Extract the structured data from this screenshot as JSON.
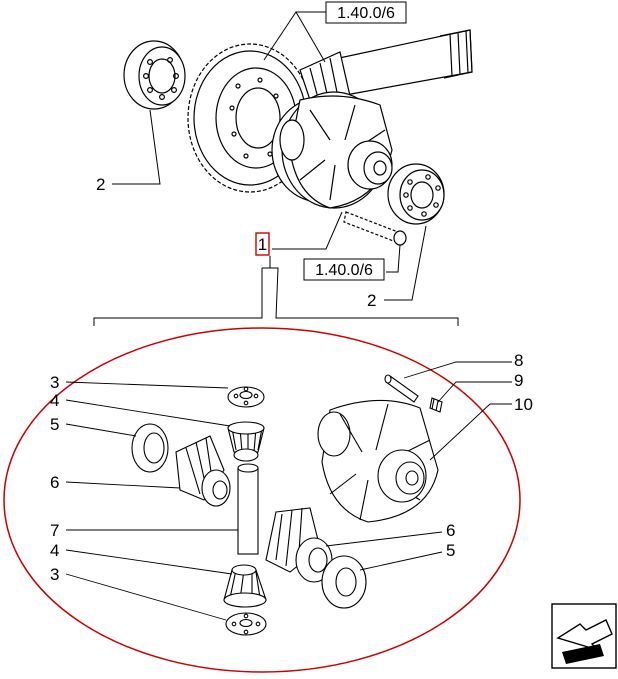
{
  "diagram": {
    "ref_top": "1.40.0/6",
    "ref_middle": "1.40.0/6",
    "assembly_item": "1",
    "top_callouts": {
      "bearing_left": "2",
      "bearing_right": "2"
    },
    "exploded_callouts": {
      "left": [
        "3",
        "4",
        "5",
        "6",
        "7",
        "4",
        "3"
      ],
      "right_top": [
        "8",
        "9",
        "10"
      ],
      "right_bottom": [
        "6",
        "5"
      ]
    },
    "colors": {
      "highlight_box": "#cc0000",
      "ellipse": "#cc0000",
      "line": "#000000"
    }
  },
  "nav": {
    "icon": "arrow-icon"
  }
}
